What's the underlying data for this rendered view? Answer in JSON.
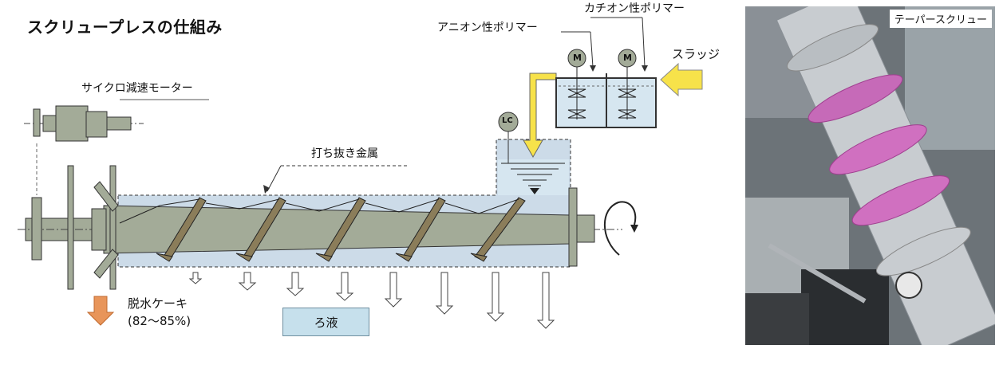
{
  "title": "スクリュープレスの仕組み",
  "labels": {
    "motor": "サイクロ減速モーター",
    "punched_metal": "打ち抜き金属",
    "anionic_polymer": "アニオン性ポリマー",
    "cationic_polymer": "カチオン性ポリマー",
    "sludge": "スラッジ",
    "lc": "LC",
    "mixer_m": "M",
    "cake": "脱水ケーキ",
    "cake_moisture": "(82〜85%)",
    "filtrate": "ろ液",
    "photo_caption": "テーパースクリュー"
  },
  "colors": {
    "machine_gray": "#a3ab98",
    "screen_blue": "#ccdbe8",
    "arrow_yellow": "#f7e24a",
    "cake_arrow": "#e8955a",
    "filtrate_box": "#c6e0ec",
    "flight_brown": "#8b7d5a",
    "tank_water": "#d6e6f0"
  }
}
